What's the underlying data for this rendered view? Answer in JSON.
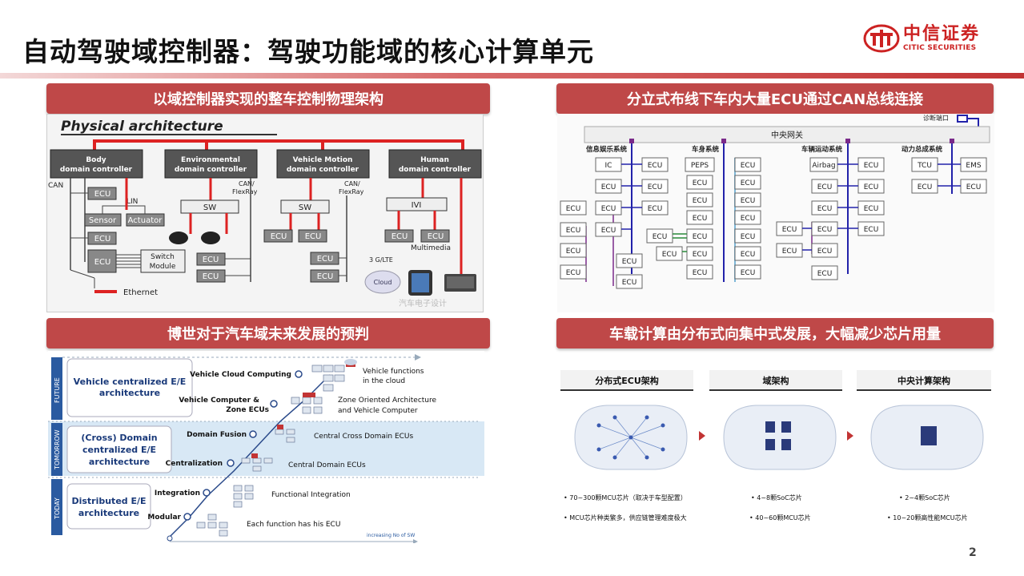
{
  "title": "自动驾驶域控制器：驾驶功能域的核心计算单元",
  "logo": {
    "cn": "中信证券",
    "en": "CITIC SECURITIES"
  },
  "page_number": "2",
  "panels": {
    "tl": {
      "banner": "以域控制器实现的整车控制物理架构",
      "heading": "Physical architecture",
      "domains": [
        "Body domain controller",
        "Environmental domain controller",
        "Vehicle Motion domain controller",
        "Human domain controller"
      ],
      "labels": {
        "can": "CAN",
        "lin": "LIN",
        "sensor": "Sensor",
        "actuator": "Actuator",
        "sw": "SW",
        "ecu": "ECU",
        "switch": "Switch Module",
        "can_flexray": "CAN/ FlexRay",
        "ivi": "IVI",
        "multimedia": "Multimedia",
        "g3": "3 G/LTE",
        "ethernet": "Ethernet",
        "cloud": "Cloud",
        "watermark": "汽车电子设计"
      }
    },
    "tr": {
      "banner": "分立式布线下车内大量ECU通过CAN总线连接",
      "gateway": "中央网关",
      "diag": "诊断端口",
      "groups": [
        "信息娱乐系统",
        "车身系统",
        "车辆运动系统",
        "动力总成系统"
      ],
      "boxes": {
        "ic": "IC",
        "peps": "PEPS",
        "airbag": "Airbag",
        "tcu": "TCU",
        "ems": "EMS",
        "ecu": "ECU"
      }
    },
    "bl": {
      "banner": "博世对于汽车域未来发展的预判",
      "phases": [
        "FUTURE",
        "TOMORROW",
        "TODAY"
      ],
      "archs": [
        "Vehicle centralized E/E architecture",
        "(Cross) Domain centralized E/E architecture",
        "Distributed E/E architecture"
      ],
      "steps": [
        "Vehicle Cloud Computing",
        "Vehicle Computer & Zone ECUs",
        "Domain Fusion",
        "Centralization",
        "Integration",
        "Modular"
      ],
      "descs": [
        "Vehicle functions in the cloud",
        "Zone Oriented Architecture and Vehicle Computer",
        "Central Cross Domain ECUs",
        "Central Domain ECUs",
        "Functional Integration",
        "Each function has his ECU"
      ],
      "axis": "increasing No of SW"
    },
    "br": {
      "banner": "车载计算由分布式向集中式发展，大幅减少芯片用量",
      "cols": [
        {
          "title": "分布式ECU架构",
          "notes": [
            "• 70~300颗MCU芯片（取决于车型配置）",
            "• MCU芯片种类繁多，供应链管理难度极大"
          ]
        },
        {
          "title": "域架构",
          "notes": [
            "• 4~8颗SoC芯片",
            "• 40~60颗MCU芯片"
          ]
        },
        {
          "title": "中央计算架构",
          "notes": [
            "• 2~4颗SoC芯片",
            "• 10~20颗高性能MCU芯片"
          ]
        }
      ]
    }
  },
  "colors": {
    "banner": "#bf4848",
    "brand": "#cc2222",
    "bus_blue": "#2222aa",
    "bus_purple": "#7a2a8a",
    "bus_light": "#7fb8d8",
    "bus_green": "#2a8a3a",
    "highlight": "#d8e8f5"
  }
}
